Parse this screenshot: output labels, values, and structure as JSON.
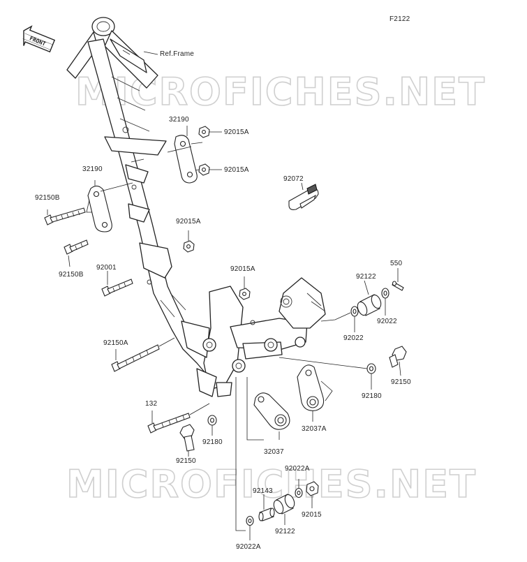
{
  "figure_code": "F2122",
  "front_badge": "FRONT",
  "ref_frame": "Ref.Frame",
  "watermark": "MICROFICHES.NET",
  "labels": {
    "p32190_top": "32190",
    "p92015A_1": "92015A",
    "p92015A_2": "92015A",
    "p32190_left": "32190",
    "p92150B_1": "92150B",
    "p92072": "92072",
    "p92015A_3": "92015A",
    "p92150B_2": "92150B",
    "p92001": "92001",
    "p92015A_4": "92015A",
    "p550": "550",
    "p92122_top": "92122",
    "p92022_r": "92022",
    "p92022_l": "92022",
    "p92150A": "92150A",
    "p92150_r": "92150",
    "p92180_r": "92180",
    "p132": "132",
    "p32037A": "32037A",
    "p92180_l": "92180",
    "p32037": "32037",
    "p92150_b": "92150",
    "p92022A_top": "92022A",
    "p92143": "92143",
    "p92015_b": "92015",
    "p92122_b": "92122",
    "p92022A_b": "92022A"
  }
}
